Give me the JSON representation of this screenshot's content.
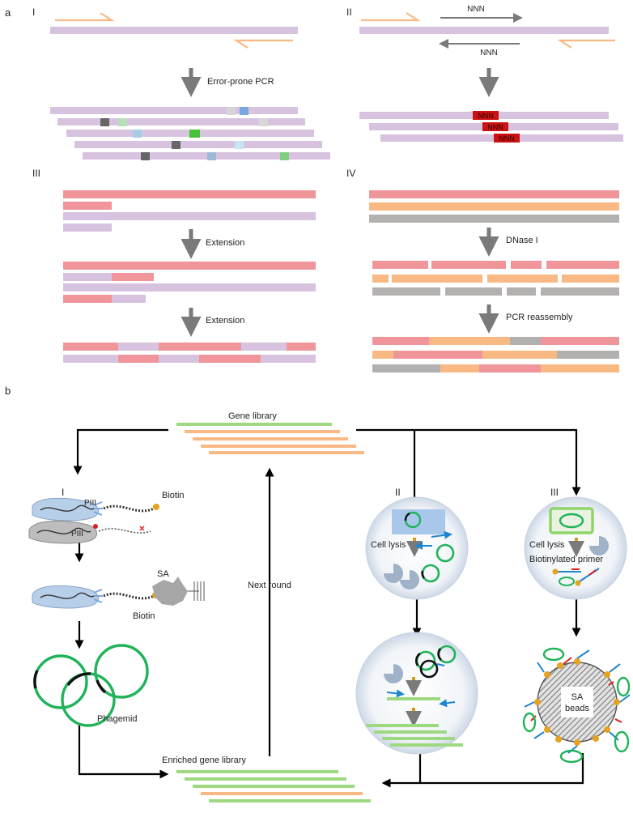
{
  "colors": {
    "purple": "#d7c3df",
    "pink": "#f0959a",
    "orange": "#f9b984",
    "gray": "#b3b0b0",
    "green": "#9ed982",
    "arrow_gray": "#7a7a7a",
    "red_nnn": "#cc1111",
    "circle_green": "#20b35a",
    "blue": "#1f85d0",
    "mustard": "#d49a1a"
  },
  "panel_a": {
    "label": "a",
    "panel_I": {
      "numeral": "I",
      "step": "Error-prone PCR",
      "mutation_colors": [
        "#d5d5d5",
        "#7aa7e0",
        "#b8e0b8",
        "#666666",
        "#d8d8d8",
        "#a7cde6",
        "#48c23a",
        "#666666",
        "#c6e6f6",
        "#666666",
        "#9eb9d6",
        "#7fcf7f"
      ]
    },
    "panel_II": {
      "numeral": "II",
      "primer_top": "NNN",
      "primer_bottom": "NNN",
      "inserts": [
        "NNN",
        "NNN",
        "NNN"
      ]
    },
    "panel_III": {
      "numeral": "III",
      "step_1": "Extension",
      "step_2": "Extension"
    },
    "panel_IV": {
      "numeral": "IV",
      "step_1": "DNase I",
      "step_2": "PCR reassembly"
    }
  },
  "panel_b": {
    "label": "b",
    "gene_library": "Gene library",
    "enriched_library": "Enriched gene library",
    "next_round": "Next round",
    "route_I": {
      "numeral": "I",
      "piii_top": "PIII",
      "piii_bottom": "PIII",
      "biotin_top": "Biotin",
      "sa": "SA",
      "biotin_bottom": "Biotin",
      "phagemid": "Phagemid"
    },
    "route_II": {
      "numeral": "II",
      "cell_lysis": "Cell lysis"
    },
    "route_III": {
      "numeral": "III",
      "cell_lysis": "Cell lysis",
      "primer": "Biotinylated primer",
      "beads_line1": "SA",
      "beads_line2": "beads"
    }
  }
}
